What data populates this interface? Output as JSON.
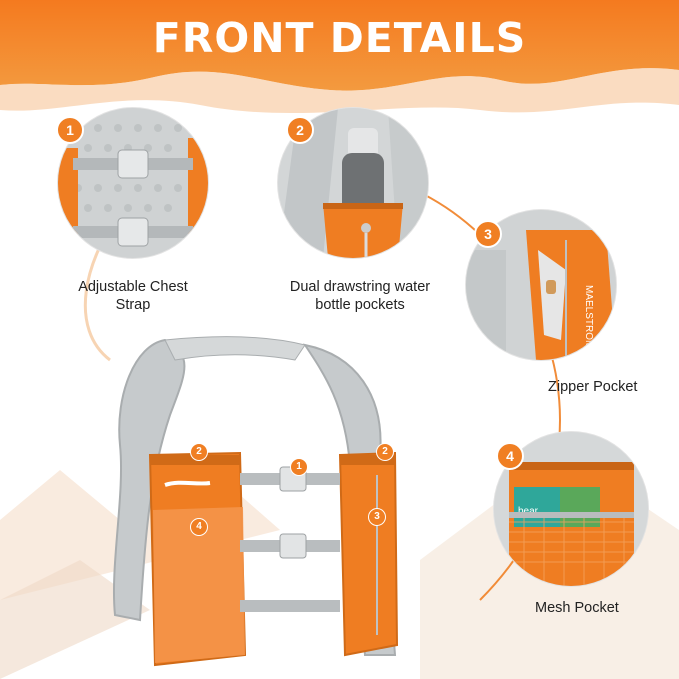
{
  "title": "FRONT DETAILS",
  "colors": {
    "accent": "#f07f23",
    "mesh": "#d6d8d9",
    "vest_orange": "#ef7d22"
  },
  "features": [
    {
      "number": "1",
      "label": "Adjustable Chest Strap"
    },
    {
      "number": "2",
      "label": "Dual drawstring water bottle pockets"
    },
    {
      "number": "3",
      "label": "Zipper Pocket"
    },
    {
      "number": "4",
      "label": "Mesh Pocket"
    }
  ],
  "captions": {
    "f1_line1": "Adjustable Chest",
    "f1_line2": "Strap",
    "f2_line1": "Dual drawstring water",
    "f2_line2": "bottle pockets",
    "f3": "Zipper Pocket",
    "f4": "Mesh Pocket"
  },
  "brand_text": "MAELSTROM",
  "product_labels": {
    "gel_pack": "bear"
  },
  "icons": [
    "numbered-badge",
    "buckle-icon",
    "zipper-pull-icon",
    "brand-logo"
  ]
}
